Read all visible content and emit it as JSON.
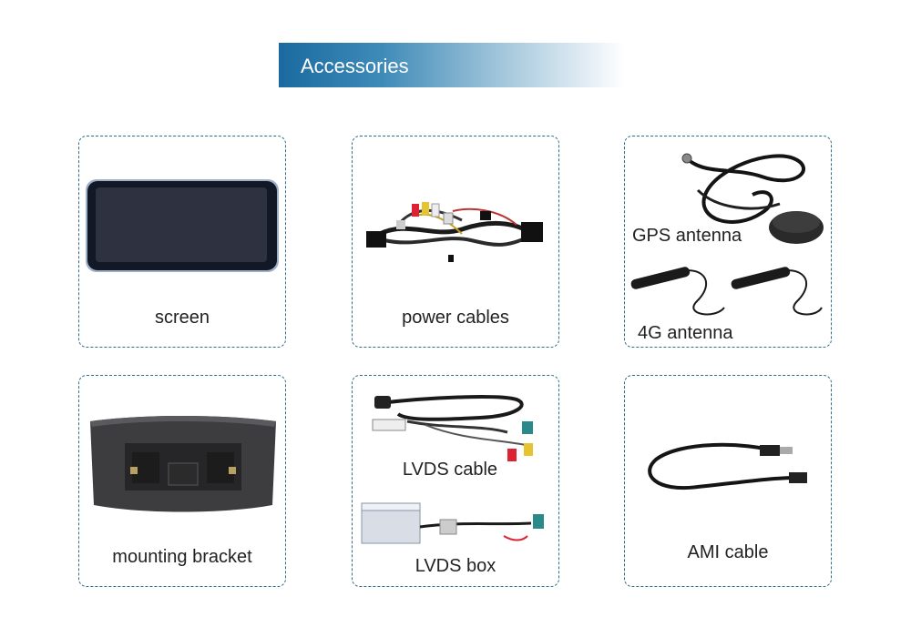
{
  "header": {
    "title": "Accessories"
  },
  "items": {
    "screen": {
      "label": "screen"
    },
    "power_cables": {
      "label": "power cables"
    },
    "gps_antenna": {
      "label": "GPS antenna"
    },
    "antenna_4g": {
      "label": "4G antenna"
    },
    "mounting_bracket": {
      "label": "mounting bracket"
    },
    "lvds_cable": {
      "label": "LVDS cable"
    },
    "lvds_box": {
      "label": "LVDS box"
    },
    "ami_cable": {
      "label": "AMI cable"
    }
  },
  "colors": {
    "banner": "#1a6aa0",
    "card_border": "#2f6d8c"
  }
}
